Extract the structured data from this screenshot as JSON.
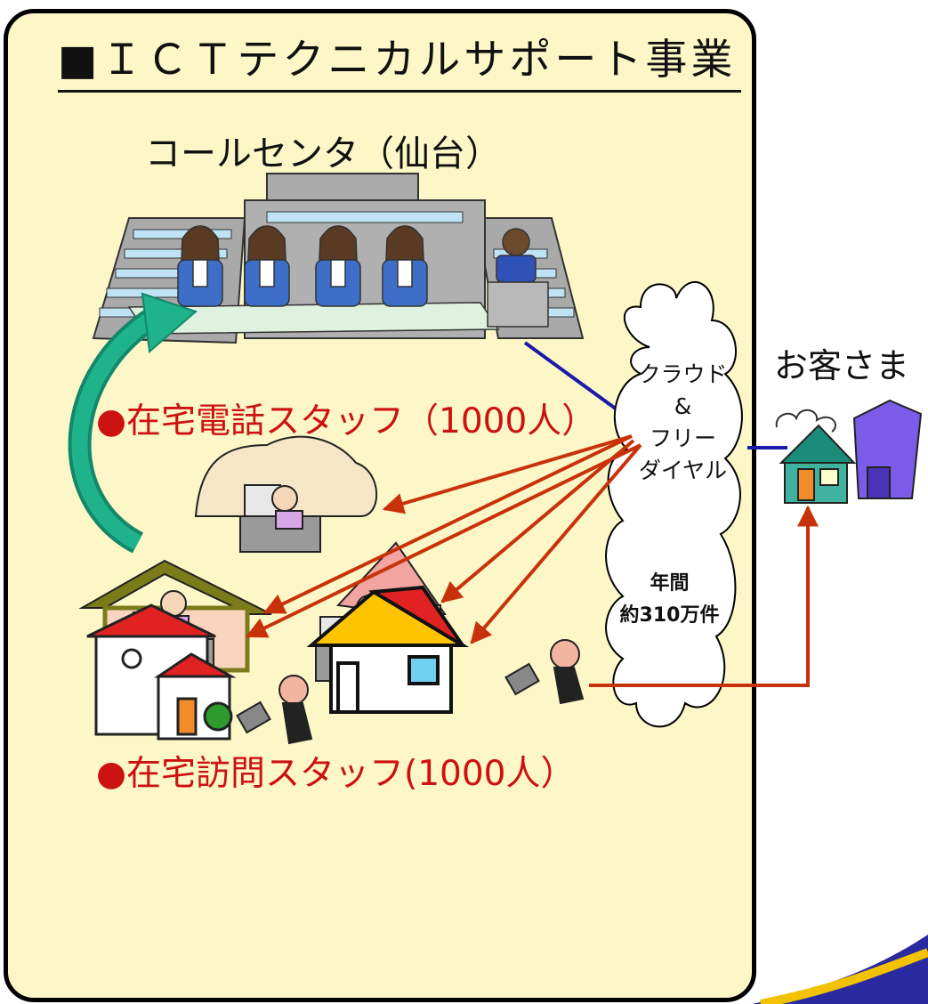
{
  "title": "■ＩＣＴテクニカルサポート事業",
  "call_center_label": "コールセンタ（仙台）",
  "home_phone_staff_label": "●在宅電話スタッフ（1000人）",
  "home_visit_staff_label": "●在宅訪問スタッフ(1000人）",
  "customer_label": "お客さま",
  "cloud": {
    "line1": "クラウド",
    "line2": "&",
    "line3": "フリー",
    "line4": "ダイヤル"
  },
  "volume": {
    "line1": "年間",
    "line2": "約310万件"
  },
  "colors": {
    "panel_bg": "#fdf7c8",
    "arrow": "#c8320a",
    "label_red": "#cc1111",
    "line_blue": "#1a1aa8",
    "curved_arrow": "#16a085"
  }
}
